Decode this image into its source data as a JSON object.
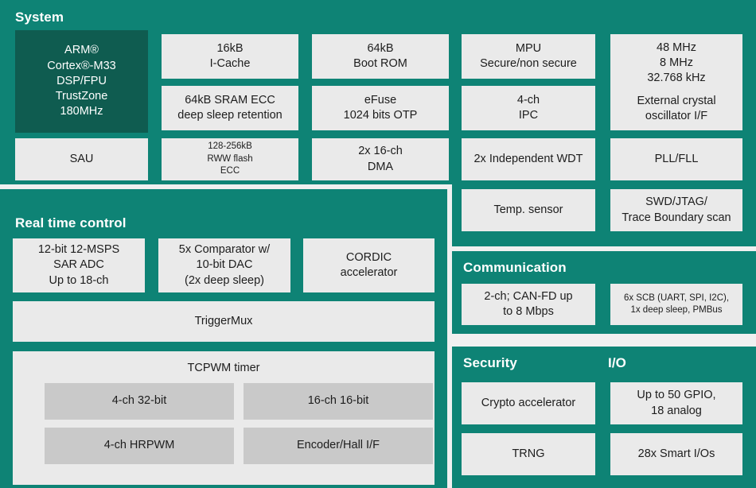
{
  "theme": {
    "panel_teal": "#0e8375",
    "dark_teal": "#0f5c50",
    "box_gray": "#eaeaea",
    "subbox_gray": "#c9c9c9",
    "page_bg": "#f0f0f0",
    "text": "#1d1d1d",
    "title_text": "#ffffff"
  },
  "system": {
    "title": "System",
    "cpu": {
      "line1": "ARM®",
      "line2": "Cortex®-M33",
      "line3": "DSP/FPU",
      "line4": "TrustZone",
      "line5": "180MHz"
    },
    "icache": {
      "line1": "16kB",
      "line2": "I-Cache"
    },
    "sram": {
      "line1": "64kB SRAM ECC",
      "line2": "deep sleep retention"
    },
    "bootrom": {
      "line1": "64kB",
      "line2": "Boot ROM"
    },
    "efuse": {
      "line1": "eFuse",
      "line2": "1024 bits OTP"
    },
    "mpu": {
      "line1": "MPU",
      "line2": "Secure/non secure"
    },
    "ipc": {
      "line1": "4-ch",
      "line2": "IPC"
    },
    "clocks": {
      "line1": "48 MHz",
      "line2": "8 MHz",
      "line3": "32.768 kHz",
      "line4": "External crystal",
      "line5": "oscillator I/F"
    },
    "sau": {
      "line1": "SAU"
    },
    "flash": {
      "line1": "128-256kB",
      "line2": "RWW flash",
      "line3": "ECC"
    },
    "dma": {
      "line1": "2x 16-ch",
      "line2": "DMA"
    },
    "wdt": {
      "line1": "2x Independent WDT"
    },
    "pllfll": {
      "line1": "PLL/FLL"
    },
    "tempsensor": {
      "line1": "Temp. sensor"
    },
    "swdjtag": {
      "line1": "SWD/JTAG/",
      "line2": "Trace Boundary scan"
    }
  },
  "real_time_control": {
    "title": "Real time control",
    "adc": {
      "line1": "12-bit 12-MSPS",
      "line2": "SAR ADC",
      "line3": "Up to 18-ch"
    },
    "comparator": {
      "line1": "5x Comparator w/",
      "line2": "10-bit DAC",
      "line3": "(2x deep sleep)"
    },
    "cordic": {
      "line1": "CORDIC",
      "line2": "accelerator"
    },
    "triggermux": {
      "line1": "TriggerMux"
    },
    "tcpwm": {
      "label": "TCPWM timer",
      "cells": [
        "4-ch 32-bit",
        "16-ch 16-bit",
        "4-ch HRPWM",
        "Encoder/Hall I/F"
      ]
    }
  },
  "communication": {
    "title": "Communication",
    "canfd": {
      "line1": "2-ch; CAN-FD up",
      "line2": "to 8 Mbps"
    },
    "scb": {
      "line1": "6x SCB (UART, SPI, I2C),",
      "line2": "1x deep sleep, PMBus"
    }
  },
  "security": {
    "title": "Security",
    "crypto": {
      "line1": "Crypto accelerator"
    },
    "trng": {
      "line1": "TRNG"
    }
  },
  "io": {
    "title": "I/O",
    "gpio": {
      "line1": "Up to 50 GPIO,",
      "line2": "18 analog"
    },
    "smartio": {
      "line1": "28x Smart I/Os"
    }
  }
}
